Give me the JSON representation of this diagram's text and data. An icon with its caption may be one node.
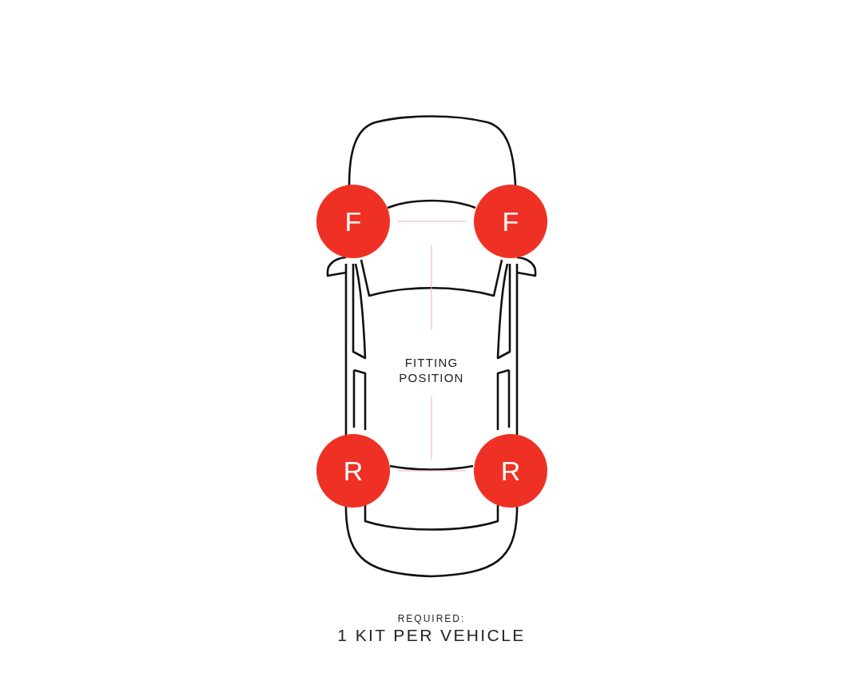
{
  "diagram": {
    "nodes": [
      {
        "text": [
          "F"
        ]
      },
      {
        "text": [
          "F"
        ]
      },
      {
        "text": [
          "FITTING POSITION"
        ]
      },
      {
        "text": [
          "R"
        ]
      },
      {
        "text": [
          "R"
        ]
      }
    ],
    "edges": [
      {
        "from": 0,
        "to": 1,
        "arrow": "none"
      },
      {
        "from": 2,
        "to": null,
        "arrow": "none"
      },
      {
        "from": 2,
        "to": null,
        "arrow": "none"
      },
      {
        "from": 3,
        "to": 4,
        "arrow": "none"
      }
    ],
    "labels": [
      "REQUIRED:",
      "1 KIT PER VEHICLE"
    ]
  }
}
